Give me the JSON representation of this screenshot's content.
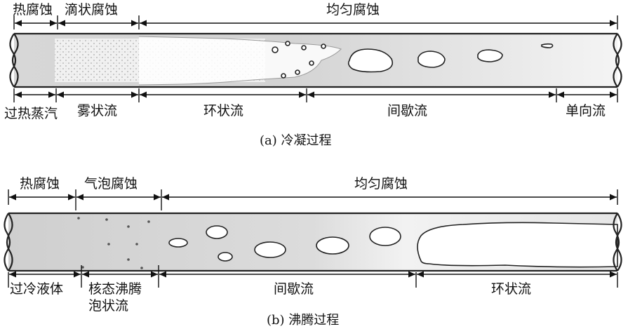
{
  "condensation": {
    "corrosion_labels": [
      "热腐蚀",
      "滴状腐蚀",
      "均匀腐蚀"
    ],
    "flow_labels": [
      "过热蒸汽",
      "雾状流",
      "环状流",
      "间歇流",
      "单向流"
    ],
    "caption": "(a) 冷凝过程"
  },
  "boiling": {
    "corrosion_labels": [
      "热腐蚀",
      "气泡腐蚀",
      "均匀腐蚀"
    ],
    "flow_labels": [
      "过冷液体",
      "核态沸腾",
      "泡状流",
      "间歇流",
      "环状流"
    ],
    "caption": "(b) 沸腾过程"
  }
}
